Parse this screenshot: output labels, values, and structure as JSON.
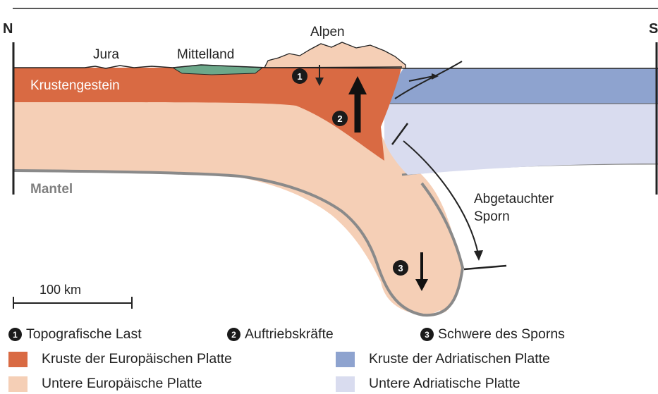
{
  "labels": {
    "north": "N",
    "south": "S",
    "jura": "Jura",
    "mittelland": "Mittelland",
    "alpen": "Alpen",
    "krustengestein": "Krustengestein",
    "mantel": "Mantel",
    "abgetauchter_sporn_1": "Abgetauchter",
    "abgetauchter_sporn_2": "Sporn",
    "scale_bar": "100 km"
  },
  "markers": {
    "m1": "1",
    "m2": "2",
    "m3": "3"
  },
  "forces": [
    {
      "number": "1",
      "label": "Topografische Last"
    },
    {
      "number": "2",
      "label": "Auftriebskräfte"
    },
    {
      "number": "3",
      "label": "Schwere des Sporns"
    }
  ],
  "legend": [
    {
      "label": "Kruste der Europäischen Platte",
      "color": "#d96a43"
    },
    {
      "label": "Kruste der Adriatischen Platte",
      "color": "#8ea3cf"
    },
    {
      "label": "Untere Europäische Platte",
      "color": "#f5cfb6"
    },
    {
      "label": "Untere Adriatische Platte",
      "color": "#d9dcef"
    }
  ],
  "colors": {
    "european_crust": "#d96a43",
    "adriatic_crust": "#8ea3cf",
    "lower_european": "#f5cfb6",
    "lower_adriatic": "#d9dcef",
    "mittelland": "#6ca88a",
    "mantle_line": "#8a8a8a"
  }
}
